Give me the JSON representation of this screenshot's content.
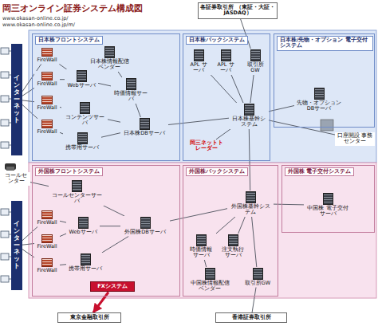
{
  "diagram": {
    "title": "岡三オンライン証券システム構成図",
    "nodes": [
      {
        "text": [
          "インターネット"
        ]
      },
      {
        "text": [
          "インターネット"
        ]
      },
      {
        "text": [
          "日本株フロントシステム"
        ]
      },
      {
        "text": [
          "日本株バックシステム"
        ]
      },
      {
        "text": [
          "日本株/先物・オプション 電子交付システム"
        ]
      },
      {
        "text": [
          "外国株フロントシステム"
        ]
      },
      {
        "text": [
          "外国株バックシステム"
        ]
      },
      {
        "text": [
          "外国株 電子交付システム"
        ]
      },
      {
        "text": [
          "FireWall"
        ],
        "in": 2
      },
      {
        "text": [
          "FireWall"
        ],
        "in": 2
      },
      {
        "text": [
          "FireWall"
        ],
        "in": 2
      },
      {
        "text": [
          "FireWall"
        ],
        "in": 2
      },
      {
        "text": [
          "Webサーバ"
        ],
        "in": 2
      },
      {
        "text": [
          "コンテンツサーバ"
        ],
        "in": 2
      },
      {
        "text": [
          "携帯用サーバ"
        ],
        "in": 2
      },
      {
        "text": [
          "日本株情報配信 ベンダー"
        ],
        "in": 2
      },
      {
        "text": [
          "時価情報サーバ"
        ],
        "in": 2
      },
      {
        "text": [
          "日本株DBサーバ"
        ],
        "in": 2
      },
      {
        "text": [
          "APL サーバ"
        ],
        "in": 3
      },
      {
        "text": [
          "APL サーバ"
        ],
        "in": 3
      },
      {
        "text": [
          "取引所GW"
        ],
        "in": 3
      },
      {
        "text": [
          "岡三ネットトレーダー"
        ],
        "in": 3
      },
      {
        "text": [
          "日本株基幹システム"
        ],
        "in": 3
      },
      {
        "text": [
          "先物・オプション DBサーバ"
        ],
        "in": 4
      },
      {
        "text": [
          "各証券取引所 （東証・大証・JASDAQ）"
        ]
      },
      {
        "text": [
          "口座開設 事務センター"
        ]
      },
      {
        "text": [
          "コールセンター"
        ]
      },
      {
        "text": [
          "コールセンターサーバ"
        ],
        "in": 5
      },
      {
        "text": [
          "FireWall"
        ],
        "in": 5
      },
      {
        "text": [
          "FireWall"
        ],
        "in": 5
      },
      {
        "text": [
          "FireWall"
        ],
        "in": 5
      },
      {
        "text": [
          "Webサーバ"
        ],
        "in": 5
      },
      {
        "text": [
          "携帯用サーバ"
        ],
        "in": 5
      },
      {
        "text": [
          "FXシステム"
        ],
        "in": 5
      },
      {
        "text": [
          "外国株DBサーバ"
        ],
        "in": 5
      },
      {
        "text": [
          "時価情報 サーバ"
        ],
        "in": 6
      },
      {
        "text": [
          "注文執行 サーバ"
        ],
        "in": 6
      },
      {
        "text": [
          "中国株情報配信 ベンダー"
        ],
        "in": 6
      },
      {
        "text": [
          "外国株基幹システム"
        ],
        "in": 6
      },
      {
        "text": [
          "取引所GW"
        ],
        "in": 6
      },
      {
        "text": [
          "中国株 電子交付サーバ"
        ],
        "in": 7
      },
      {
        "text": [
          "東京金融取引所"
        ]
      },
      {
        "text": [
          "香港証券取引所"
        ]
      }
    ],
    "edges": [
      {
        "from": 0,
        "to": 8,
        "arrow": "none"
      },
      {
        "from": 0,
        "to": 9,
        "arrow": "none"
      },
      {
        "from": 0,
        "to": 10,
        "arrow": "none"
      },
      {
        "from": 0,
        "to": 11,
        "arrow": "none"
      },
      {
        "from": 8,
        "to": 12,
        "arrow": "none"
      },
      {
        "from": 9,
        "to": 12,
        "arrow": "none"
      },
      {
        "from": 10,
        "to": 13,
        "arrow": "none"
      },
      {
        "from": 11,
        "to": 14,
        "arrow": "none"
      },
      {
        "from": 12,
        "to": 16,
        "arrow": "none"
      },
      {
        "from": 13,
        "to": 17,
        "arrow": "none"
      },
      {
        "from": 14,
        "to": 17,
        "arrow": "none"
      },
      {
        "from": 15,
        "to": 16,
        "arrow": "none"
      },
      {
        "from": 16,
        "to": 17,
        "arrow": "none"
      },
      {
        "from": 17,
        "to": 22,
        "arrow": "none"
      },
      {
        "from": 18,
        "to": 22,
        "arrow": "none"
      },
      {
        "from": 19,
        "to": 22,
        "arrow": "none"
      },
      {
        "from": 21,
        "to": 22,
        "arrow": "none"
      },
      {
        "from": 22,
        "to": 20,
        "arrow": "none"
      },
      {
        "from": 20,
        "to": 24,
        "arrow": "none"
      },
      {
        "from": 22,
        "to": 23,
        "arrow": "none"
      },
      {
        "from": 22,
        "to": 25,
        "arrow": "none"
      },
      {
        "from": 22,
        "to": 38,
        "arrow": "none"
      },
      {
        "from": 1,
        "to": 28,
        "arrow": "none"
      },
      {
        "from": 1,
        "to": 29,
        "arrow": "none"
      },
      {
        "from": 1,
        "to": 30,
        "arrow": "none"
      },
      {
        "from": 26,
        "to": 27,
        "arrow": "none"
      },
      {
        "from": 27,
        "to": 34,
        "arrow": "none"
      },
      {
        "from": 28,
        "to": 31,
        "arrow": "none"
      },
      {
        "from": 29,
        "to": 31,
        "arrow": "none"
      },
      {
        "from": 30,
        "to": 32,
        "arrow": "none"
      },
      {
        "from": 31,
        "to": 34,
        "arrow": "none"
      },
      {
        "from": 32,
        "to": 34,
        "arrow": "none"
      },
      {
        "from": 34,
        "to": 38,
        "arrow": "none"
      },
      {
        "from": 35,
        "to": 38,
        "arrow": "none"
      },
      {
        "from": 36,
        "to": 38,
        "arrow": "none"
      },
      {
        "from": 37,
        "to": 35,
        "arrow": "none"
      },
      {
        "from": 38,
        "to": 39,
        "arrow": "none"
      },
      {
        "from": 39,
        "to": 42,
        "arrow": "none"
      },
      {
        "from": 38,
        "to": 40,
        "arrow": "none"
      },
      {
        "from": 33,
        "to": 41,
        "arrow": "to"
      }
    ],
    "labels": [
      "www.okasan-online.co.jp/",
      "www.okasan-online.co.jp/m/"
    ]
  }
}
